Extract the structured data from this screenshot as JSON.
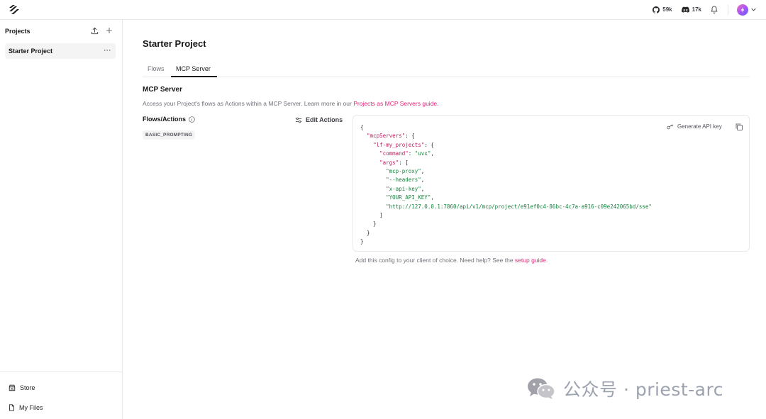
{
  "topbar": {
    "github_stars": "59k",
    "discord_members": "17k"
  },
  "sidebar": {
    "heading": "Projects",
    "items": [
      {
        "label": "Starter Project",
        "more": "···"
      }
    ],
    "bottom": [
      {
        "label": "Store",
        "icon": "store-icon"
      },
      {
        "label": "My Files",
        "icon": "file-icon"
      }
    ]
  },
  "main": {
    "title": "Starter Project",
    "tabs": [
      {
        "label": "Flows",
        "active": false
      },
      {
        "label": "MCP Server",
        "active": true
      }
    ],
    "section_title": "MCP Server",
    "description": {
      "text": "Access your Project's flows as Actions within a MCP Server. Learn more in our ",
      "link": "Projects as MCP Servers guide",
      "end": "."
    },
    "flows_label": "Flows/Actions",
    "edit_actions": "Edit Actions",
    "badges": [
      "BASIC_PROMPTING"
    ],
    "code_panel": {
      "generate_key": "Generate API key",
      "lines": [
        "{",
        "  \"mcpServers\": {",
        "    \"lf-my_projects\": {",
        "      \"command\": \"uvx\",",
        "      \"args\": [",
        "        \"mcp-proxy\",",
        "        \"--headers\",",
        "        \"x-api-key\",",
        "        \"YOUR_API_KEY\",",
        "        \"http://127.0.0.1:7860/api/v1/mcp/project/e91ef0c4-86bc-4c7a-a916-c09e242065bd/sse\"",
        "      ]",
        "    }",
        "  }",
        "}"
      ]
    },
    "help": {
      "text": "Add this config to your client of choice. Need help? See the ",
      "link": "setup guide",
      "end": "."
    }
  },
  "watermark": {
    "text": "公众号 · priest-arc"
  },
  "colors": {
    "accent": "#db2777",
    "key": "#be185d",
    "string": "#15803d"
  }
}
